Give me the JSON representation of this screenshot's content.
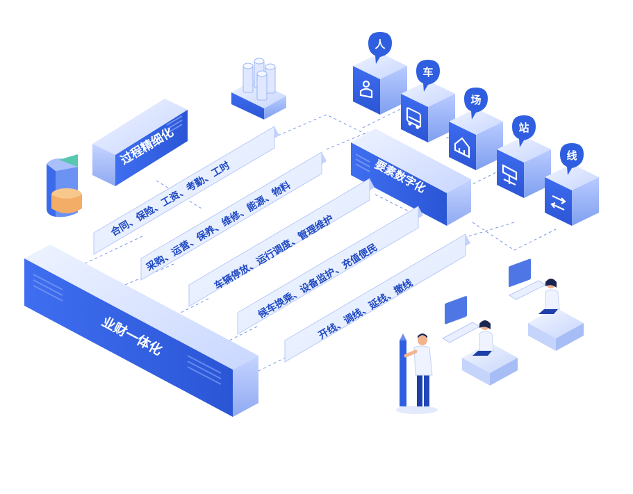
{
  "labels": {
    "process_refinement": "过程精细化",
    "element_digitalization": "要素数字化",
    "business_finance_integration": "业财一体化"
  },
  "process_lines": [
    "合同、保险、工资、考勤、工时",
    "采购、运营、保养、维修、能源、物料",
    "车辆停放、运行调度、管理维护",
    "候车换乘、设备监护、充值便民",
    "开线、调线、延线、撤线"
  ],
  "elements": [
    {
      "char": "人",
      "icon": "person-icon"
    },
    {
      "char": "车",
      "icon": "bus-icon"
    },
    {
      "char": "场",
      "icon": "house-icon"
    },
    {
      "char": "站",
      "icon": "station-sign-icon"
    },
    {
      "char": "线",
      "icon": "route-icon"
    }
  ],
  "colors": {
    "primary": "#2f5fe0",
    "dark": "#1f49c2",
    "light": "#e9efff",
    "text_blue": "#1f49c2"
  }
}
